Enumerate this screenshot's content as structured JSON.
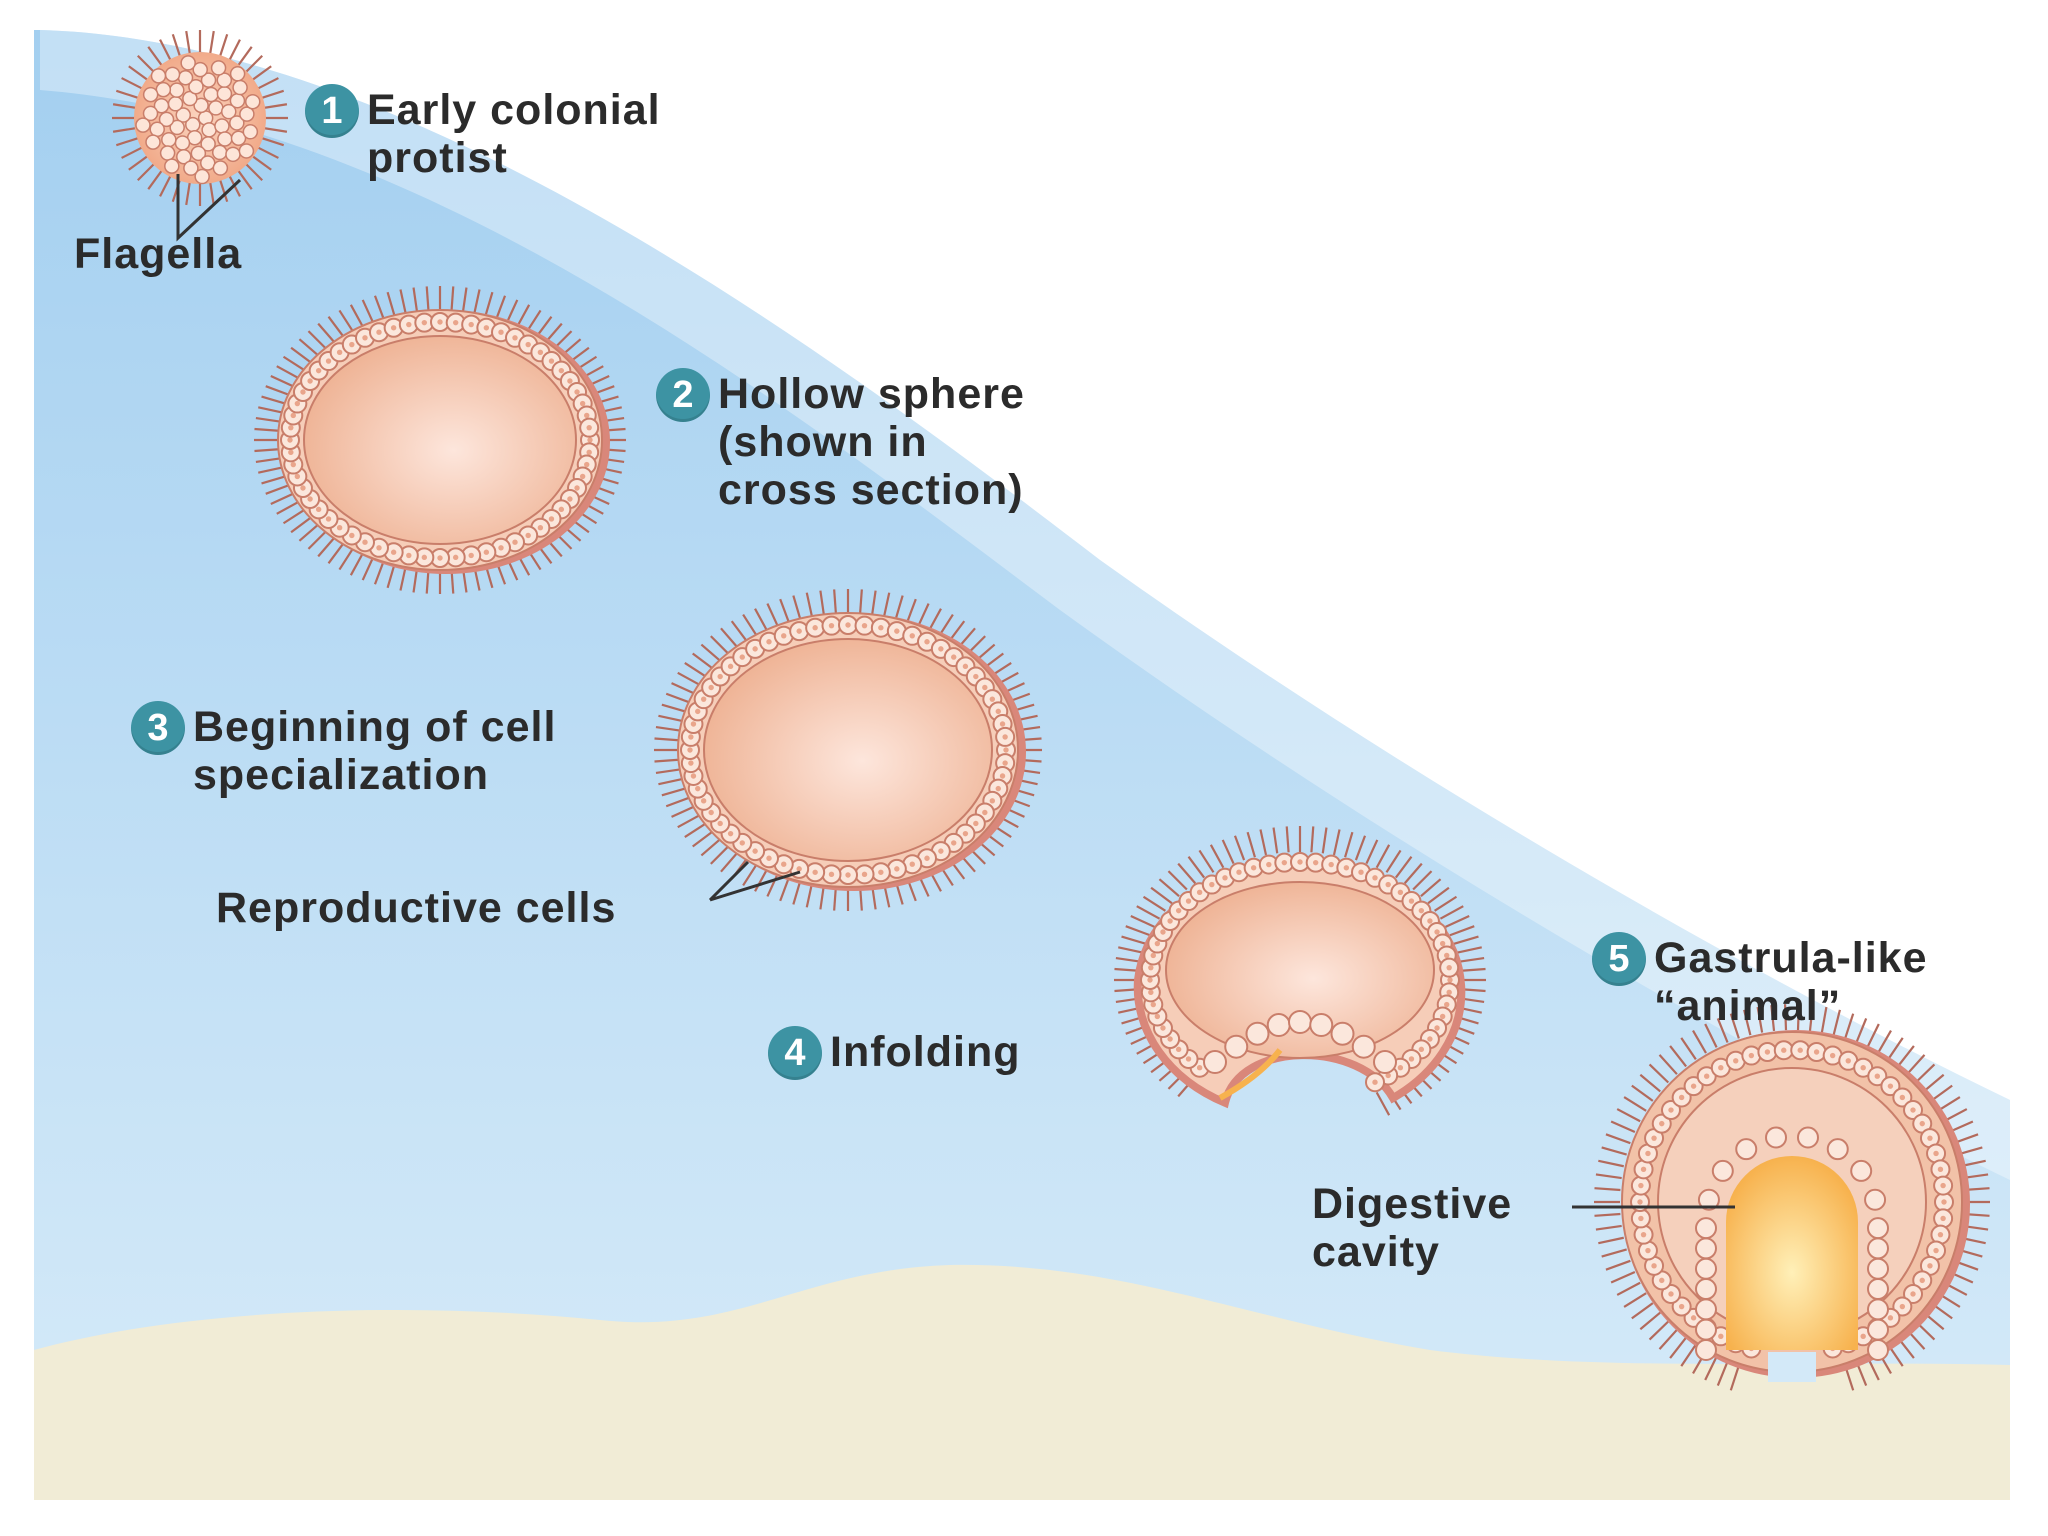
{
  "colors": {
    "sky_top": "#a7d2ef",
    "sky_bottom": "#cde6f7",
    "sand": "#f1ecd6",
    "cell_fill": "#f4c8b0",
    "cell_outline": "#c97e6a",
    "cilia": "#b36a5c",
    "badge": "#3d93a3",
    "cavity": "#fbcf7a"
  },
  "steps": [
    {
      "number": "1",
      "label": "Early colonial\nprotist"
    },
    {
      "number": "2",
      "label": "Hollow sphere\n(shown in\ncross section)"
    },
    {
      "number": "3",
      "label": "Beginning of cell\nspecialization"
    },
    {
      "number": "4",
      "label": "Infolding"
    },
    {
      "number": "5",
      "label": "Gastrula-like\n“animal”"
    }
  ],
  "callouts": {
    "flagella": "Flagella",
    "reproductive_cells": "Reproductive cells",
    "digestive_cavity": "Digestive\ncavity"
  }
}
